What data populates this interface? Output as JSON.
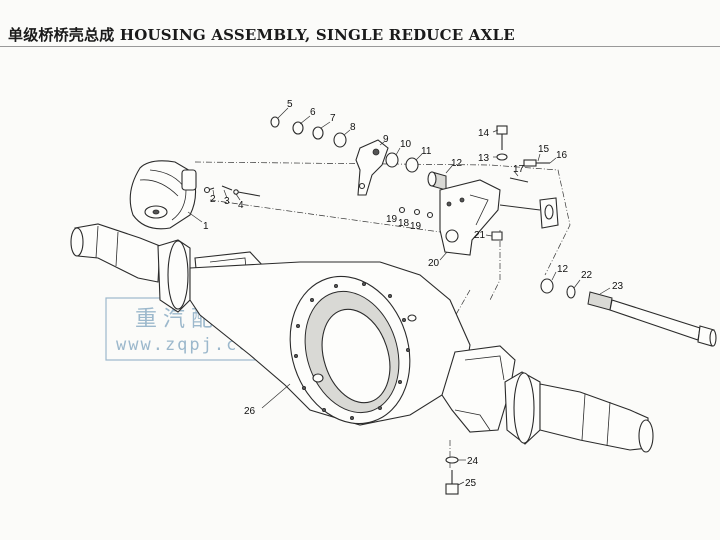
{
  "title": "单级桥桥壳总成 HOUSING ASSEMBLY, SINGLE REDUCE AXLE",
  "watermark": {
    "line1": "重汽配件网",
    "line2": "www.zqpj.com",
    "color": "#9cb8cc"
  },
  "callouts": [
    "1",
    "2",
    "3",
    "4",
    "5",
    "6",
    "7",
    "8",
    "9",
    "10",
    "11",
    "12",
    "12",
    "13",
    "14",
    "15",
    "16",
    "17",
    "18",
    "19",
    "19",
    "20",
    "21",
    "22",
    "23",
    "24",
    "25",
    "26"
  ]
}
